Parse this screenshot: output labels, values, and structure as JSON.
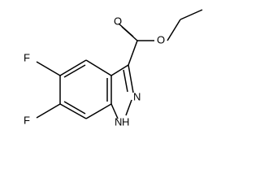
{
  "molecule": {
    "labels": {
      "fluorine_upper": "F",
      "fluorine_lower": "F",
      "ring_nitrogen": "N",
      "ring_nh": "H",
      "ring_n1": "N",
      "carbonyl_oxygen": "O",
      "ester_oxygen": "O"
    },
    "colors": {
      "bond": "#000000",
      "label": "#000000",
      "background": "#ffffff"
    }
  }
}
